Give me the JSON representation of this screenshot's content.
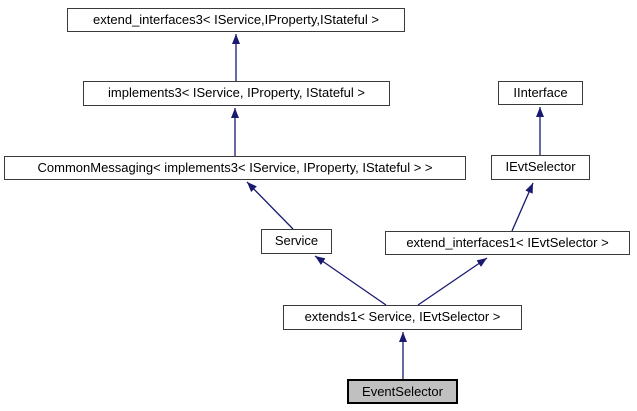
{
  "diagram": {
    "type": "class-inheritance-graph",
    "colors": {
      "arrow": "#191970",
      "node_border": "#3a3a3a",
      "node_fill": "#ffffff",
      "current_node_fill": "#c0c0c0"
    },
    "nodes": {
      "extend_interfaces3": {
        "label": "extend_interfaces3< IService,IProperty,IStateful >"
      },
      "implements3": {
        "label": "implements3< IService, IProperty, IStateful >"
      },
      "common_messaging": {
        "label": "CommonMessaging< implements3< IService, IProperty, IStateful > >"
      },
      "iinterface": {
        "label": "IInterface"
      },
      "ievtselector": {
        "label": "IEvtSelector"
      },
      "service": {
        "label": "Service"
      },
      "extend_interfaces1": {
        "label": "extend_interfaces1< IEvtSelector >"
      },
      "extends1": {
        "label": "extends1< Service, IEvtSelector >"
      },
      "eventselector": {
        "label": "EventSelector",
        "current": true
      }
    },
    "edges": [
      {
        "from": "implements3",
        "to": "extend_interfaces3"
      },
      {
        "from": "common_messaging",
        "to": "implements3"
      },
      {
        "from": "service",
        "to": "common_messaging"
      },
      {
        "from": "extends1",
        "to": "service"
      },
      {
        "from": "extends1",
        "to": "extend_interfaces1"
      },
      {
        "from": "ievtselector",
        "to": "iinterface"
      },
      {
        "from": "extend_interfaces1",
        "to": "ievtselector"
      },
      {
        "from": "eventselector",
        "to": "extends1"
      }
    ]
  }
}
